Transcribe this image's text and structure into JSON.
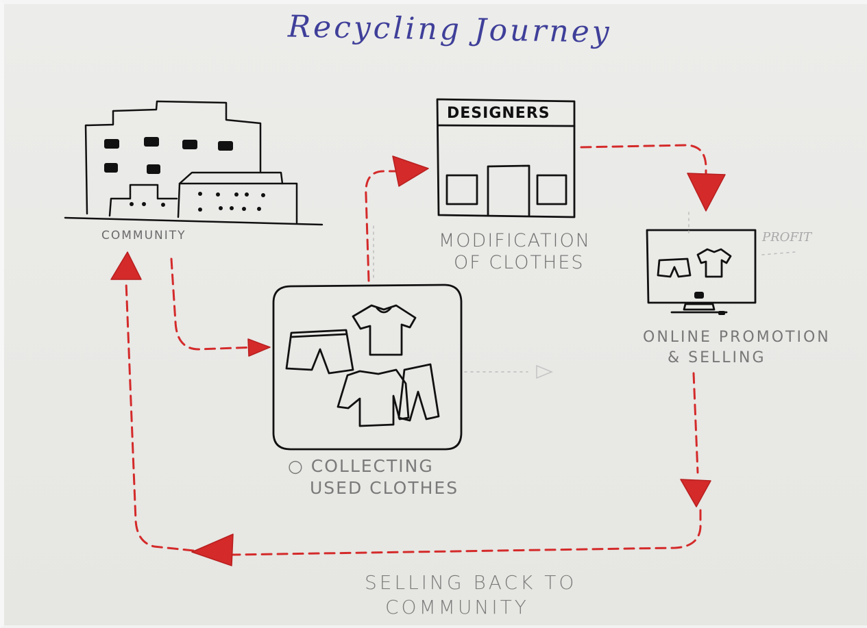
{
  "title": "Recycling Journey",
  "nodes": {
    "community": {
      "label": "COMMUNITY"
    },
    "collecting": {
      "line1": "○ COLLECTING",
      "line2": "USED CLOTHES"
    },
    "designers": {
      "sign": "DESIGNERS",
      "line1": "MODIFICATION",
      "line2": "OF CLOTHES"
    },
    "online": {
      "line1": "ONLINE PROMOTION",
      "line2": "& SELLING",
      "note": "Profit"
    },
    "selling_back": {
      "line1": "SELLING BACK TO",
      "line2": "COMMUNITY"
    }
  },
  "colors": {
    "title_ink": "#3f3f9a",
    "arrow_red": "#d42a2a",
    "sketch_ink": "#111111",
    "label_gray": "#777777"
  }
}
